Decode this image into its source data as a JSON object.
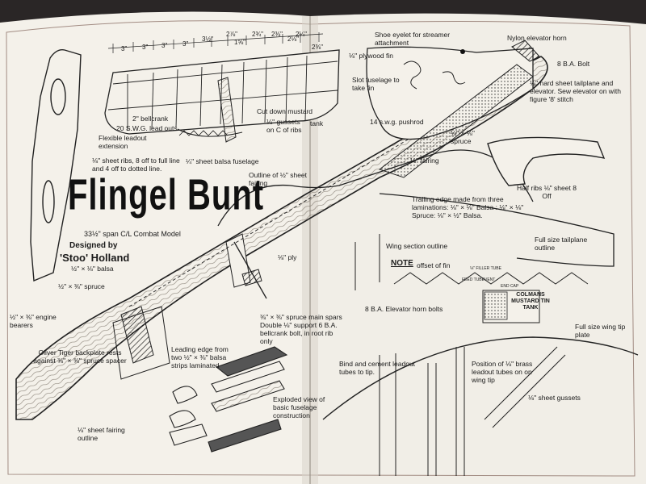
{
  "title": "Flingel Bunt",
  "subtitle": "33½\" span C/L Combat Model",
  "designed_by_label": "Designed by",
  "designer": "'Stoo' Holland",
  "colors": {
    "paper": "#f3f0ea",
    "ink": "#1a1a1a",
    "edge": "#c5bfb6",
    "cover": "#2a2626"
  },
  "dims": [
    "3\"",
    "3\"",
    "3\"",
    "3\"",
    "3½\"",
    "2⅞\"",
    "1⅝\"",
    "2¾\"",
    "2⅜\"",
    "2⅛\"",
    "2¼\"",
    "2⅜\""
  ],
  "labels": {
    "bellcrank": "2\" bellcrank",
    "lead_outs": "20 S.W.G. lead outs",
    "flexible_leadout": "Flexible leadout extension",
    "cut_down": "Cut down mustard",
    "gussets_ribs": "⅛\" gussets on C of ribs",
    "tank": "tank",
    "sheet_ribs": "⅛\" sheet ribs, 8 off to full line and 4 off to dotted line.",
    "sheet_balsa_fuselage": "¼\" sheet balsa fuselage",
    "outline_sheet": "Outline of ½\" sheet fairing",
    "pushrod": "14 s.w.g. pushrod",
    "fairing": "⅛\" fairing",
    "spruce_top": "⅛\" × ⅛\" spruce",
    "shoe_eyelet": "Shoe eyelet for streamer attachment",
    "plywood_fin": "⅛\" plywood fin",
    "slot_fuselage": "Slot fuselage to take fin",
    "nylon_horn": "Nylon elevator horn",
    "ba_bolt": "8 B.A. Bolt",
    "hard_sheet": "⅛\" hard sheet tailplane and elevator. Sew elevator on with figure '8' stitch",
    "half_ribs": "Half ribs ⅛\" sheet 8 Off",
    "trailing_edge": "Trailing edge made from three laminations: ⅛\" × ⅛\" Balsa : ⅛\" × ⅛\" Spruce: ⅛\" × ½\" Balsa.",
    "wing_section": "Wing section outline",
    "note": "NOTE",
    "offset_fin": "offset of fin",
    "full_tailplane": "Full size tailplane outline",
    "elevator_bolts": "8 B.A. Elevator horn bolts",
    "spruce_half": "½\" × ⅜\" spruce",
    "balsa_quarter": "½\" × ⅛\" balsa",
    "ply": "⅛\" ply",
    "engine_bearers": "½\" × ⅜\" engine bearers",
    "oliver_tiger": "Oliver Tiger backplate rests against ⅜\" × ⅜\" spruce spacer",
    "spruce_spars": "⅜\" × ⅜\" spruce main spars Double ⅛\" support 6 B.A. bellcrank bolt, in root rib only",
    "leading_edge": "Leading edge from two ½\" × ⅜\" balsa strips laminated",
    "exploded_view": "Exploded view of basic fuselage construction",
    "sheet_fairing_outline": "⅛\" sheet fairing outline",
    "bind_cement": "Bind and cement leadout tubes to tip.",
    "position_tubes": "Position of ⅛\" brass leadout tubes on on wing tip",
    "full_wing_tip": "Full size wing tip plate",
    "sheet_gussets": "⅛\" sheet gussets",
    "tank_brand": "COLMANS MUSTARD TIN TANK",
    "filler_tube": "⅛\" FILLER TUBE",
    "feed_tube": "FEED TUBE",
    "vent": "VENT",
    "end_cap": "END CAP"
  }
}
